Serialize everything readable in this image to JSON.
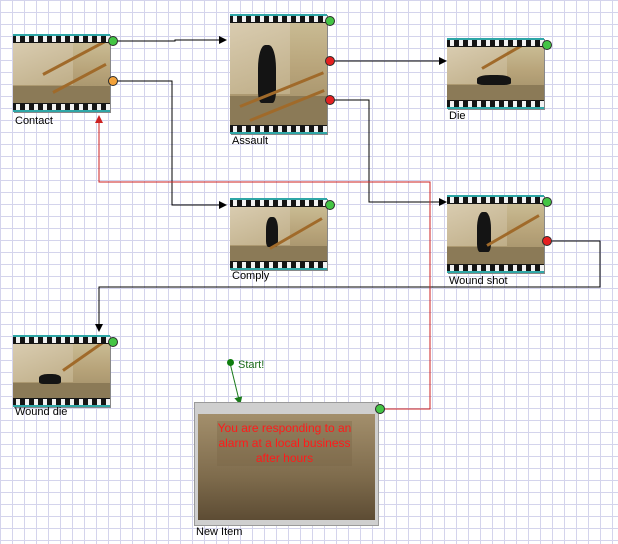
{
  "nodes": {
    "contact": {
      "label": "Contact"
    },
    "assault": {
      "label": "Assault"
    },
    "die": {
      "label": "Die"
    },
    "comply": {
      "label": "Comply"
    },
    "wound_shot": {
      "label": "Wound shot"
    },
    "wound_die": {
      "label": "Wound die"
    },
    "new_item": {
      "label": "New Item",
      "caption": "You are responding to an alarm at a local business after hours"
    }
  },
  "start": {
    "label": "Start!"
  },
  "colors": {
    "port_green": "#44c544",
    "port_orange": "#f2a23a",
    "port_red": "#e52020",
    "edge_black": "#000000",
    "edge_red": "#cc2222",
    "edge_green": "#1a7a1a",
    "grid": "#d4d4ec"
  },
  "icons": {
    "port": "circle-port-icon",
    "start": "start-marker-icon"
  }
}
